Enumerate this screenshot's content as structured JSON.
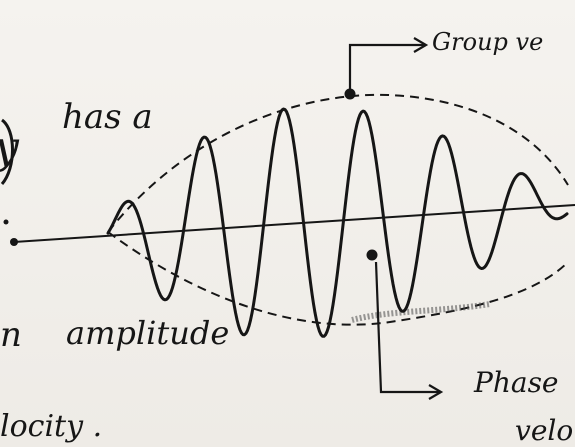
{
  "notes": {
    "line1_left": "y",
    "line1_text": "has a",
    "line3_left": "n",
    "line3_text": "amplitude",
    "line4_text": "locity ."
  },
  "labels": {
    "group": "Group ve",
    "phase_line1": "Phase",
    "phase_line2": "velo"
  },
  "colors": {
    "ink": "#161616",
    "paper": "#f2f0ec"
  }
}
